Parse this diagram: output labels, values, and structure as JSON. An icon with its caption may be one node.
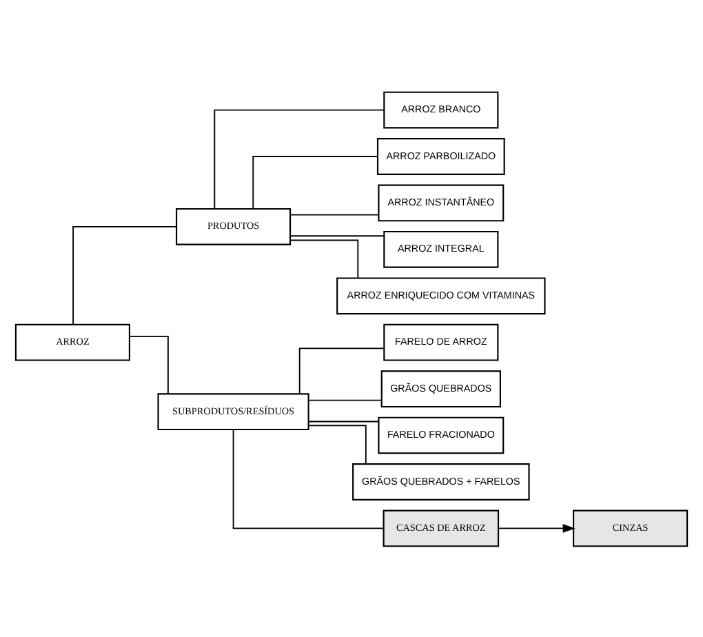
{
  "diagram": {
    "nodes": [
      {
        "text": [
          "ARROZ"
        ]
      },
      {
        "text": [
          "PRODUTOS"
        ]
      },
      {
        "text": [
          "SUBPRODUTOS/RESÍDUOS"
        ]
      },
      {
        "text": [
          "ARROZ BRANCO"
        ]
      },
      {
        "text": [
          "ARROZ PARBOILIZADO"
        ]
      },
      {
        "text": [
          "ARROZ INSTANTÂNEO"
        ]
      },
      {
        "text": [
          "ARROZ INTEGRAL"
        ]
      },
      {
        "text": [
          "ARROZ ENRIQUECIDO COM VITAMINAS"
        ]
      },
      {
        "text": [
          "FARELO DE ARROZ"
        ]
      },
      {
        "text": [
          "GRÃOS QUEBRADOS"
        ]
      },
      {
        "text": [
          "FARELO FRACIONADO"
        ]
      },
      {
        "text": [
          "GRÃOS QUEBRADOS + FARELOS"
        ]
      },
      {
        "text": [
          "CASCAS DE ARROZ"
        ]
      },
      {
        "text": [
          "CINZAS"
        ]
      }
    ],
    "edges": [
      {
        "from": 0,
        "to": 1,
        "arrow": "none"
      },
      {
        "from": 0,
        "to": 2,
        "arrow": "none"
      },
      {
        "from": 1,
        "to": 3,
        "arrow": "none"
      },
      {
        "from": 1,
        "to": 4,
        "arrow": "none"
      },
      {
        "from": 1,
        "to": 5,
        "arrow": "none"
      },
      {
        "from": 1,
        "to": 6,
        "arrow": "none"
      },
      {
        "from": 1,
        "to": 7,
        "arrow": "none"
      },
      {
        "from": 2,
        "to": 8,
        "arrow": "none"
      },
      {
        "from": 2,
        "to": 9,
        "arrow": "none"
      },
      {
        "from": 2,
        "to": 10,
        "arrow": "none"
      },
      {
        "from": 2,
        "to": 11,
        "arrow": "none"
      },
      {
        "from": 2,
        "to": 12,
        "arrow": "none"
      },
      {
        "from": 12,
        "to": 13,
        "arrow": "to"
      }
    ]
  }
}
